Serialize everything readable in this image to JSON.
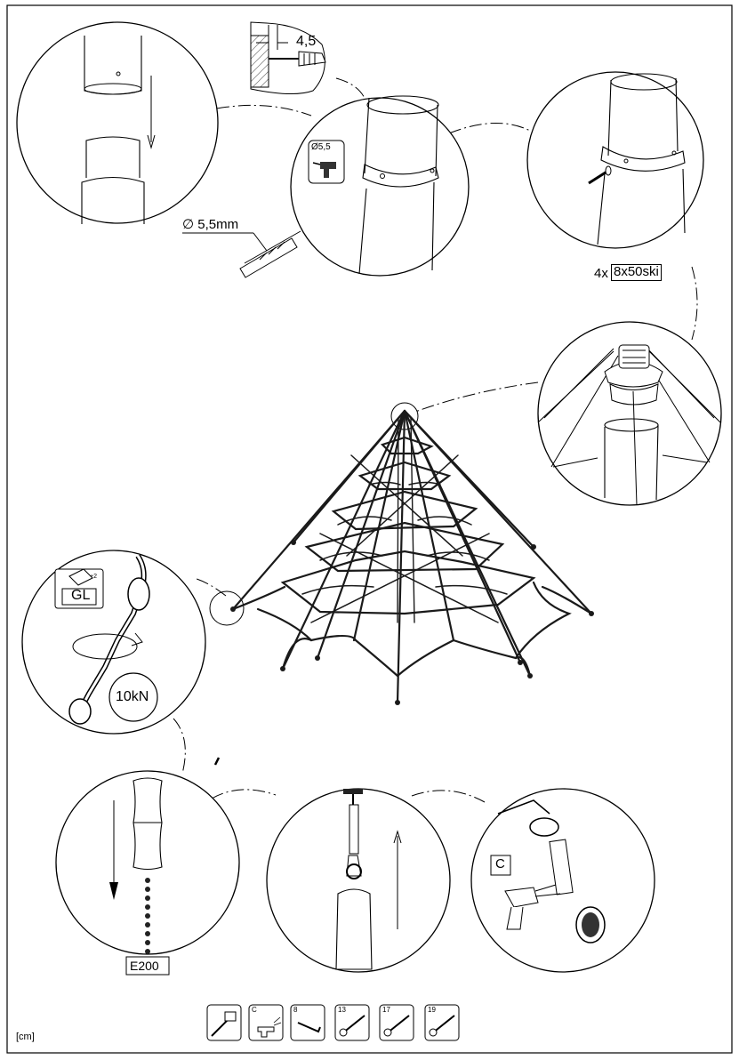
{
  "labels": {
    "screw_depth": "4,5",
    "drill_diameter": "Ø5,5",
    "drill_size": "∅ 5,5mm",
    "screw_qty": "4x",
    "screw_spec": "8x50ski",
    "adhesive": "GL",
    "adhesive_count": "+2",
    "force": "10kN",
    "tool_c": "C",
    "chain_code": "E200",
    "unit": "[cm]"
  },
  "tools": [
    {
      "name": "tape-measure",
      "label": ""
    },
    {
      "name": "cordless-drill",
      "label": "C"
    },
    {
      "name": "hex-key",
      "label": "8"
    },
    {
      "name": "wrench",
      "label": "13"
    },
    {
      "name": "wrench",
      "label": "17"
    },
    {
      "name": "wrench",
      "label": "19"
    }
  ],
  "colors": {
    "ink": "#000000",
    "paper": "#ffffff",
    "net": "#1a1a1a"
  }
}
